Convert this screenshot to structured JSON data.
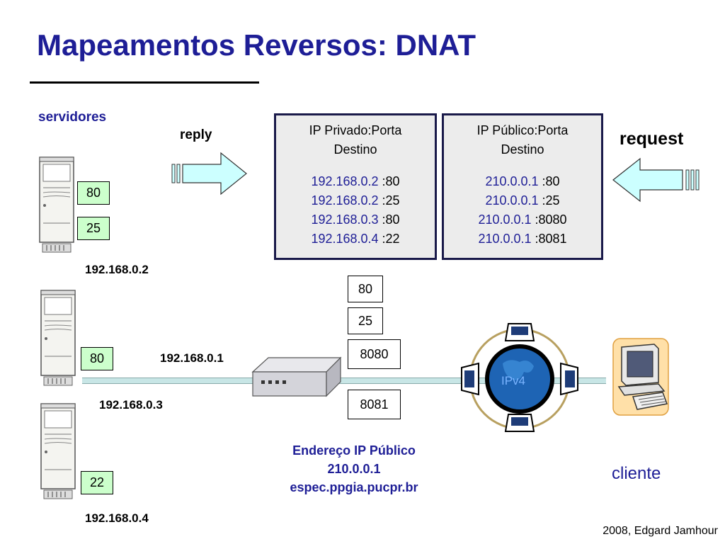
{
  "title": "Mapeamentos Reversos: DNAT",
  "labels": {
    "servidores": "servidores",
    "reply": "reply",
    "request": "request",
    "cliente": "cliente",
    "router_ip": "192.168.0.1",
    "ipv4": "IPv4"
  },
  "servers": [
    {
      "ip": "192.168.0.2",
      "ports": [
        "80",
        "25"
      ]
    },
    {
      "ip": "192.168.0.3",
      "ports": [
        "80"
      ]
    },
    {
      "ip": "192.168.0.4",
      "ports": [
        "22"
      ]
    }
  ],
  "private_table": {
    "header_line1": "IP Privado:Porta",
    "header_line2": "Destino",
    "rows": [
      {
        "ip": "192.168.0.2",
        "port": " :80"
      },
      {
        "ip": "192.168.0.2",
        "port": " :25"
      },
      {
        "ip": "192.168.0.3",
        "port": " :80"
      },
      {
        "ip": "192.168.0.4",
        "port": " :22"
      }
    ]
  },
  "public_table": {
    "header_line1": "IP Público:Porta",
    "header_line2": "Destino",
    "rows": [
      {
        "ip": "210.0.0.1",
        "port": " :80"
      },
      {
        "ip": "210.0.0.1",
        "port": " :25"
      },
      {
        "ip": "210.0.0.1",
        "port": " :8080"
      },
      {
        "ip": "210.0.0.1",
        "port": " :8081"
      }
    ]
  },
  "public_ports": [
    "80",
    "25",
    "8080",
    "8081"
  ],
  "public_address": {
    "line1": "Endereço IP Público",
    "line2": "210.0.0.1",
    "line3": "espec.ppgia.pucpr.br"
  },
  "footer": "2008, Edgard Jamhour",
  "colors": {
    "title": "#1e1e96",
    "port_box": "#ccffcc",
    "arrow_fill": "#ccffff",
    "table_bg": "#ececec",
    "network_line": "#c8e6e6",
    "ring": "#b8a060"
  }
}
